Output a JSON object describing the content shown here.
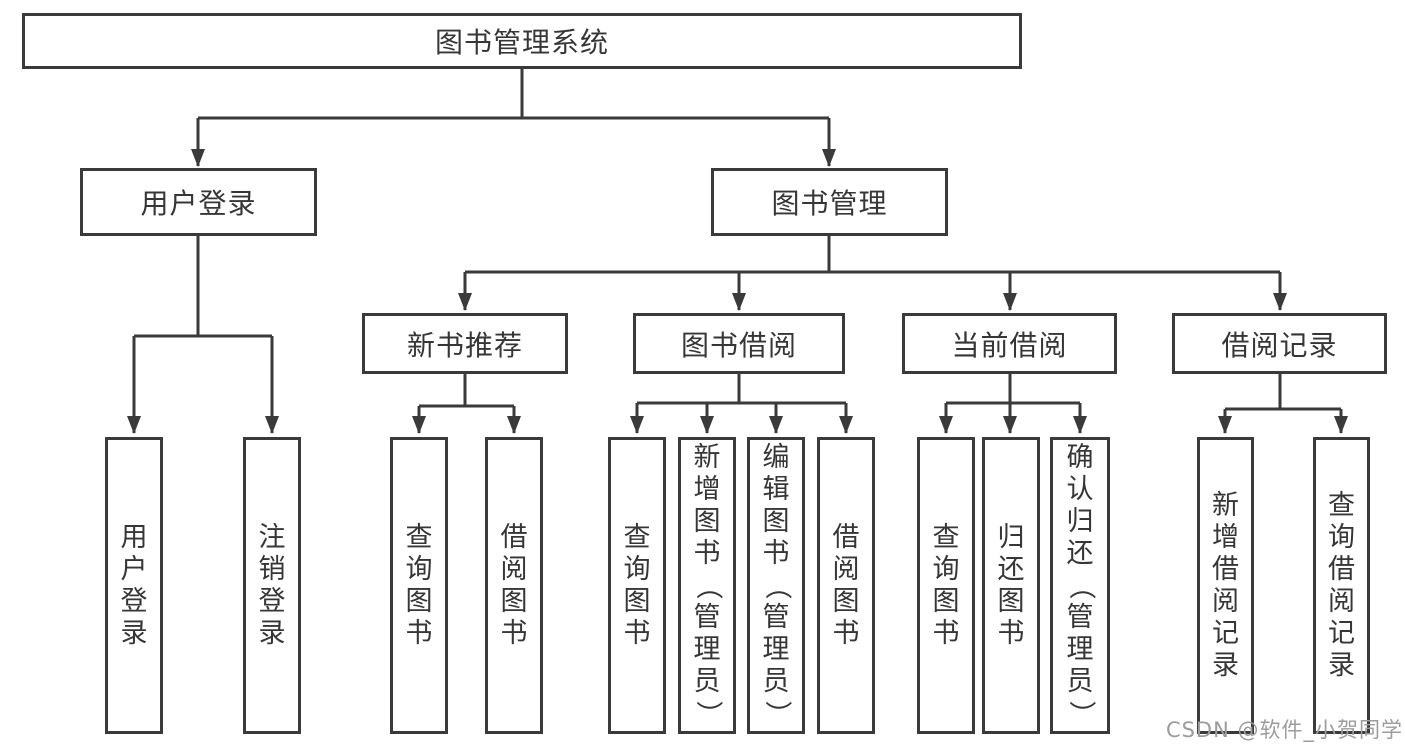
{
  "diagram": {
    "title": "图书管理系统",
    "nodes": {
      "root": "图书管理系统",
      "user_login": "用户登录",
      "book_mgmt": "图书管理",
      "new_books": "新书推荐",
      "book_borrow": "图书借阅",
      "current_borrow": "当前借阅",
      "borrow_records": "借阅记录",
      "login": "用户登录",
      "logout": "注销登录",
      "nb_query": "查询图书",
      "nb_borrow": "借阅图书",
      "bb_query": "查询图书",
      "bb_add": "新增图书（管理员）",
      "bb_edit": "编辑图书（管理员）",
      "bb_borrow": "借阅图书",
      "cb_query": "查询图书",
      "cb_return": "归还图书",
      "cb_confirm": "确认归还（管理员）",
      "br_add": "新增借阅记录",
      "br_query": "查询借阅记录"
    },
    "edges": [
      [
        "root",
        "user_login"
      ],
      [
        "root",
        "book_mgmt"
      ],
      [
        "user_login",
        "login"
      ],
      [
        "user_login",
        "logout"
      ],
      [
        "book_mgmt",
        "new_books"
      ],
      [
        "book_mgmt",
        "book_borrow"
      ],
      [
        "book_mgmt",
        "current_borrow"
      ],
      [
        "book_mgmt",
        "borrow_records"
      ],
      [
        "new_books",
        "nb_query"
      ],
      [
        "new_books",
        "nb_borrow"
      ],
      [
        "book_borrow",
        "bb_query"
      ],
      [
        "book_borrow",
        "bb_add"
      ],
      [
        "book_borrow",
        "bb_edit"
      ],
      [
        "book_borrow",
        "bb_borrow"
      ],
      [
        "current_borrow",
        "cb_query"
      ],
      [
        "current_borrow",
        "cb_return"
      ],
      [
        "current_borrow",
        "cb_confirm"
      ],
      [
        "borrow_records",
        "br_add"
      ],
      [
        "borrow_records",
        "br_query"
      ]
    ],
    "colors": {
      "line": "#3a3a3a",
      "text": "#363636",
      "box_fill": "#ffffff",
      "background": "#ffffff",
      "watermark": "#9c9c9c"
    }
  },
  "watermark": {
    "text": "CSDN @软件_小贺同学"
  }
}
